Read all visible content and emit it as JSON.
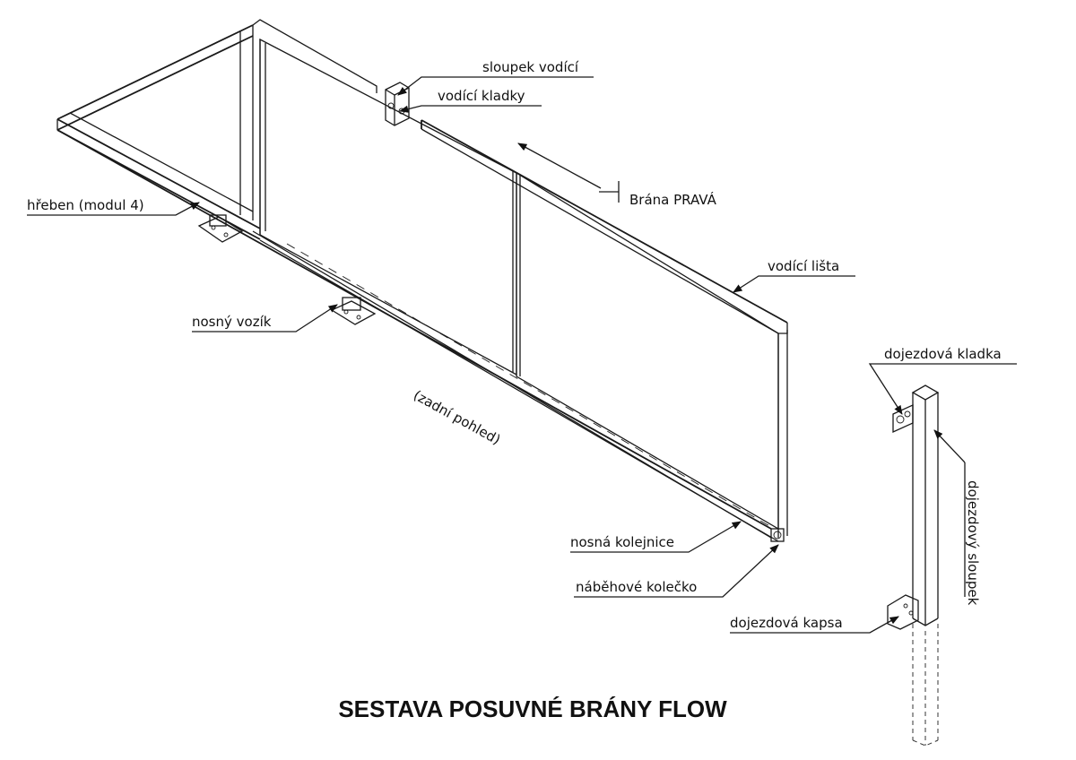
{
  "title": "SESTAVA POSUVNÉ BRÁNY FLOW",
  "labels": {
    "sloupek_vodici": "sloupek vodící",
    "vodici_kladky": "vodící kladky",
    "brana_prava": "Brána PRAVÁ",
    "hreben": "hřeben (modul 4)",
    "vodici_lista": "vodící lišta",
    "nosny_vozik": "nosný vozík",
    "zadni_pohled": "(zadní pohled)",
    "dojezdova_kladka": "dojezdová kladka",
    "dojezdovy_sloupek": "dojezdový sloupek",
    "nosna_kolejnice": "nosná kolejnice",
    "nabehove_kolecko": "náběhové kolečko",
    "dojezdova_kapsa": "dojezdová kapsa"
  }
}
